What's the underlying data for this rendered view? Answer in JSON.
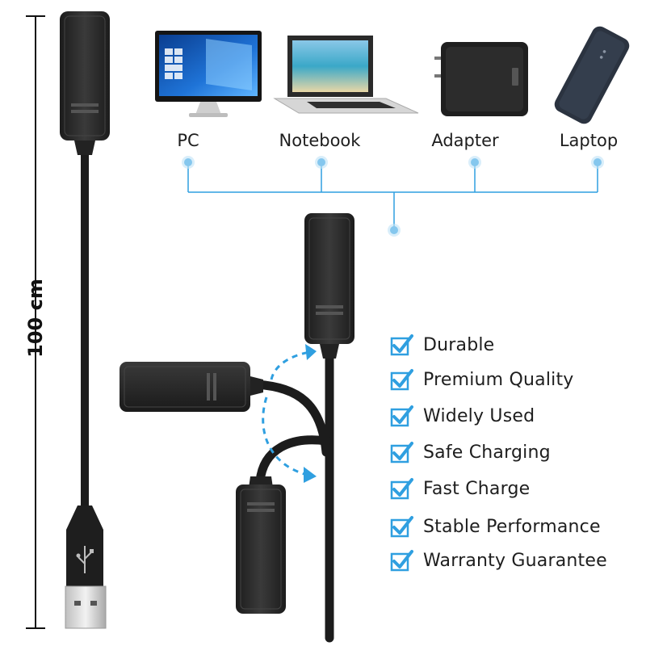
{
  "length_label": "100 cm",
  "devices": [
    {
      "label": "PC",
      "icon": "pc-monitor-icon"
    },
    {
      "label": "Notebook",
      "icon": "notebook-laptop-icon"
    },
    {
      "label": "Adapter",
      "icon": "wall-adapter-icon"
    },
    {
      "label": "Laptop",
      "icon": "power-bank-icon"
    }
  ],
  "features": [
    "Durable",
    "Premium Quality",
    "Widely Used",
    "Safe Charging",
    "Fast Charge",
    "Stable Performance",
    "Warranty Guarantee"
  ],
  "colors": {
    "accent": "#2f9fe0",
    "cable": "#1c1c1c",
    "clip": "#2a2a2a",
    "dimension_line": "#111111"
  }
}
